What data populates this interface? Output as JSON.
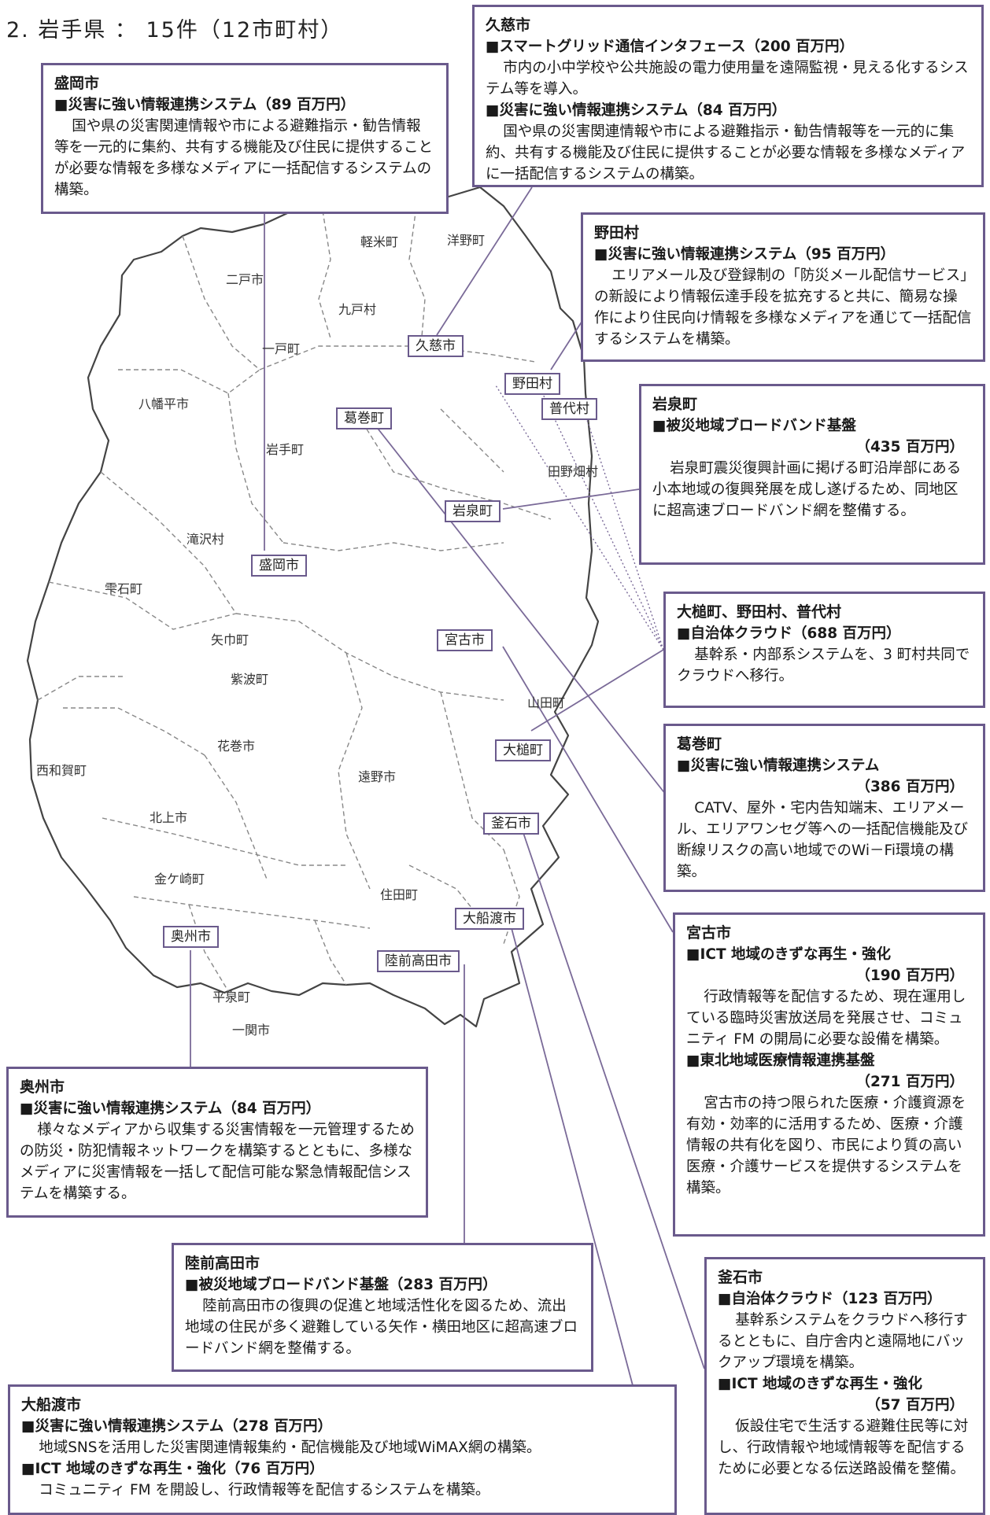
{
  "heading": "2. 岩手県 ： 15件（12市町村）",
  "boxes": {
    "morioka": {
      "city": "盛岡市",
      "p1": "■災害に強い情報連携システム（89 百万円）",
      "d1": "国や県の災害関連情報や市による避難指示・勧告情報等を一元的に集約、共有する機能及び住民に提供することが必要な情報を多様なメディアに一括配信するシステムの構築。"
    },
    "kuji": {
      "city": "久慈市",
      "p1": "■スマートグリッド通信インタフェース（200 百万円）",
      "d1": "市内の小中学校や公共施設の電力使用量を遠隔監視・見える化するシステム等を導入。",
      "p2": "■災害に強い情報連携システム（84 百万円）",
      "d2": "国や県の災害関連情報や市による避難指示・勧告情報等を一元的に集約、共有する機能及び住民に提供することが必要な情報を多様なメディアに一括配信するシステムの構築。"
    },
    "noda": {
      "city": "野田村",
      "p1": "■災害に強い情報連携システム（95 百万円）",
      "d1": "エリアメール及び登録制の「防災メール配信サービス」の新設により情報伝達手段を拡充すると共に、簡易な操作により住民向け情報を多様なメディアを通じて一括配信するシステムを構築。"
    },
    "iwaizumi": {
      "city": "岩泉町",
      "p1": "■被災地域ブロードバンド基盤",
      "a1": "（435 百万円）",
      "d1": "岩泉町震災復興計画に掲げる町沿岸部にある小本地域の復興発展を成し遂げるため、同地区に超高速ブロードバンド網を整備する。"
    },
    "otsuchi": {
      "city": "大槌町、野田村、普代村",
      "p1": "■自治体クラウド（688 百万円）",
      "d1": "基幹系・内部系システムを、3 町村共同でクラウドへ移行。"
    },
    "kuzumaki": {
      "city": "葛巻町",
      "p1": "■災害に強い情報連携システム",
      "a1": "（386 百万円）",
      "d1": "CATV、屋外・宅内告知端末、エリアメール、エリアワンセグ等への一括配信機能及び断線リスクの高い地域でのWi－Fi環境の構築。"
    },
    "miyako": {
      "city": "宮古市",
      "p1": "■ICT 地域のきずな再生・強化",
      "a1": "（190 百万円）",
      "d1": "行政情報等を配信するため、現在運用している臨時災害放送局を発展させ、コミュニティ FM の開局に必要な設備を構築。",
      "p2": "■東北地域医療情報連携基盤",
      "a2": "（271 百万円）",
      "d2": "宮古市の持つ限られた医療・介護資源を有効・効率的に活用するため、医療・介護情報の共有化を図り、市民により質の高い医療・介護サービスを提供するシステムを構築。"
    },
    "oshu": {
      "city": "奥州市",
      "p1": "■災害に強い情報連携システム（84 百万円）",
      "d1": "様々なメディアから収集する災害情報を一元管理するための防災・防犯情報ネットワークを構築するとともに、多様なメディアに災害情報を一括して配信可能な緊急情報配信システムを構築する。"
    },
    "rikuzentakata": {
      "city": "陸前高田市",
      "p1": "■被災地域ブロードバンド基盤（283 百万円）",
      "d1": "陸前高田市の復興の促進と地域活性化を図るため、流出地域の住民が多く避難している矢作・横田地区に超高速ブロードバンド網を整備する。"
    },
    "kamaishi": {
      "city": "釜石市",
      "p1": "■自治体クラウド（123 百万円）",
      "d1": "基幹系システムをクラウドへ移行するとともに、自庁舎内と遠隔地にバックアップ環境を構築。",
      "p2": "■ICT 地域のきずな再生・強化",
      "a2": "（57 百万円）",
      "d2": "仮設住宅で生活する避難住民等に対し、行政情報や地域情報等を配信するために必要となる伝送路設備を整備。"
    },
    "ofunato": {
      "city": "大船渡市",
      "p1": "■災害に強い情報連携システム（278 百万円）",
      "d1": "地域SNSを活用した災害関連情報集約・配信機能及び地域WiMAX網の構築。",
      "p2": "■ICT 地域のきずな再生・強化（76 百万円）",
      "d2": "コミュニティ FM を開設し、行政情報等を配信するシステムを構築。"
    }
  },
  "map_labels": {
    "kuji": "久慈市",
    "noda": "野田村",
    "fudai": "普代村",
    "kuzumaki": "葛巻町",
    "iwaizumi": "岩泉町",
    "morioka": "盛岡市",
    "miyako": "宮古市",
    "otsuchi": "大槌町",
    "kamaishi": "釜石市",
    "ofunato": "大船渡市",
    "rikuzentakata": "陸前高田市",
    "oshu": "奥州市"
  },
  "map_text": {
    "karumai": "軽米町",
    "hirono": "洋野町",
    "ninohe": "二戸市",
    "kunohe": "九戸村",
    "ichinohe": "一戸町",
    "hachimantai": "八幡平市",
    "iwate": "岩手町",
    "tanohata": "田野畑村",
    "takizawa": "滝沢村",
    "shizukuishi": "雫石町",
    "yahaba": "矢巾町",
    "shiwa": "紫波町",
    "yamada": "山田町",
    "hanamaki": "花巻市",
    "nishiwaga": "西和賀町",
    "tono": "遠野市",
    "kitakami": "北上市",
    "kanegasaki": "金ケ崎町",
    "sumita": "住田町",
    "hiraizumi": "平泉町",
    "ichinoseki": "一関市"
  },
  "colors": {
    "border": "#6a5a8c",
    "map_line": "#7a6a98"
  }
}
